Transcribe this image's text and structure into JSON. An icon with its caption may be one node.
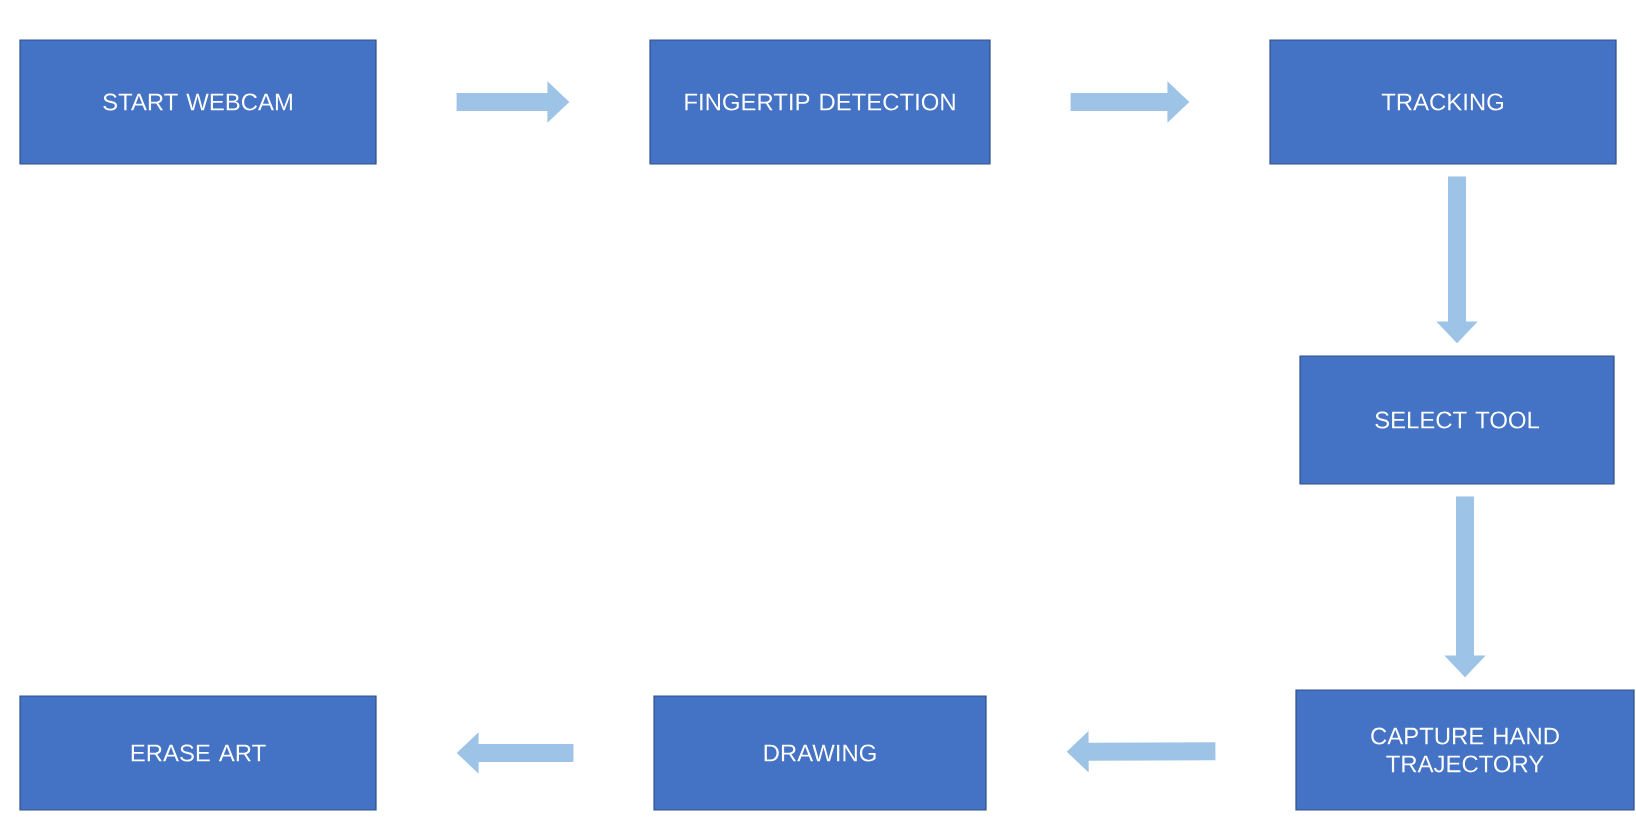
{
  "diagram": {
    "nodes": [
      {
        "text": [
          "START WEBCAM"
        ]
      },
      {
        "text": [
          "FINGERTIP DETECTION"
        ]
      },
      {
        "text": [
          "TRACKING"
        ]
      },
      {
        "text": [
          "SELECT TOOL"
        ]
      },
      {
        "text": [
          "CAPTURE HAND TRAJECTORY"
        ]
      },
      {
        "text": [
          "DRAWING"
        ]
      },
      {
        "text": [
          "ERASE ART"
        ]
      }
    ],
    "edges": [
      {
        "from": 0,
        "to": 1,
        "arrow": "to"
      },
      {
        "from": 1,
        "to": 2,
        "arrow": "to"
      },
      {
        "from": 2,
        "to": 3,
        "arrow": "to"
      },
      {
        "from": 3,
        "to": 4,
        "arrow": "to"
      },
      {
        "from": 4,
        "to": 5,
        "arrow": "to"
      },
      {
        "from": 5,
        "to": 6,
        "arrow": "to"
      }
    ]
  }
}
